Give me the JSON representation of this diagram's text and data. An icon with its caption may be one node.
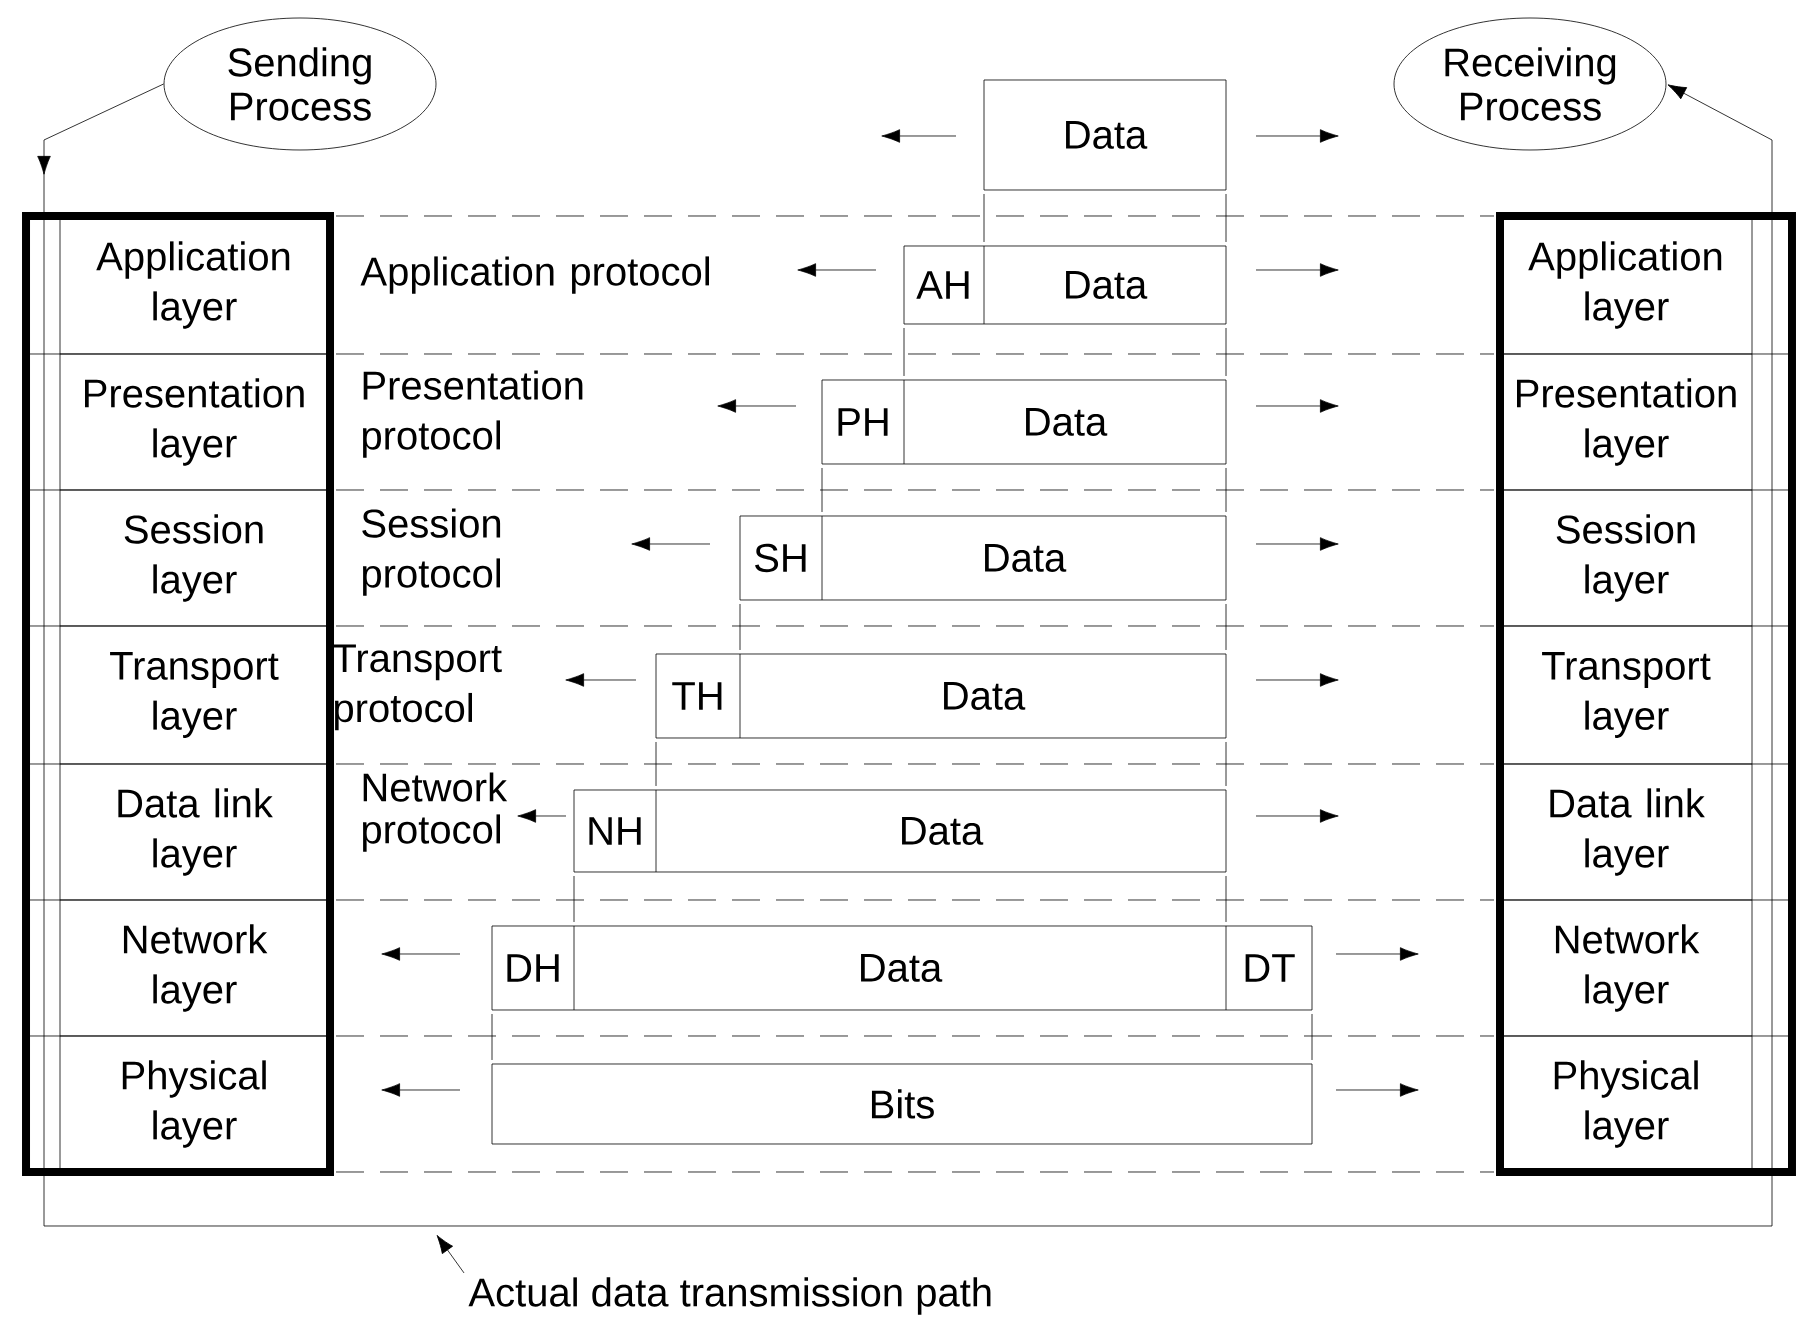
{
  "diagram": {
    "nodes": [
      {
        "text": [
          "Sending Process"
        ]
      },
      {
        "text": [
          "Receiving Process"
        ]
      },
      {
        "text": [
          "Application layer"
        ]
      },
      {
        "text": [
          "Presentation layer"
        ]
      },
      {
        "text": [
          "Session layer"
        ]
      },
      {
        "text": [
          "Transport layer"
        ]
      },
      {
        "text": [
          "Data link layer"
        ]
      },
      {
        "text": [
          "Network layer"
        ]
      },
      {
        "text": [
          "Physical layer"
        ]
      },
      {
        "text": [
          "Data"
        ]
      },
      {
        "text": [
          "AH",
          "Data"
        ]
      },
      {
        "text": [
          "PH",
          "Data"
        ]
      },
      {
        "text": [
          "SH",
          "Data"
        ]
      },
      {
        "text": [
          "TH",
          "Data"
        ]
      },
      {
        "text": [
          "NH",
          "Data"
        ]
      },
      {
        "text": [
          "DH",
          "Data",
          "DT"
        ]
      },
      {
        "text": [
          "Bits"
        ]
      },
      {
        "text": [
          "Application layer"
        ]
      },
      {
        "text": [
          "Presentation layer"
        ]
      },
      {
        "text": [
          "Session layer"
        ]
      },
      {
        "text": [
          "Transport layer"
        ]
      },
      {
        "text": [
          "Data link layer"
        ]
      },
      {
        "text": [
          "Network layer"
        ]
      },
      {
        "text": [
          "Physical layer"
        ]
      },
      {
        "text": [
          "Actual data transmission path"
        ]
      }
    ],
    "edges": [
      {
        "from": 0,
        "to": 1,
        "arrow": "to"
      },
      {
        "from": 24,
        "to": null,
        "arrow": "to"
      }
    ],
    "labels": [
      "Application protocol",
      "Presentation protocol",
      "Session protocol",
      "Transport protocol",
      "Network protocol"
    ]
  }
}
